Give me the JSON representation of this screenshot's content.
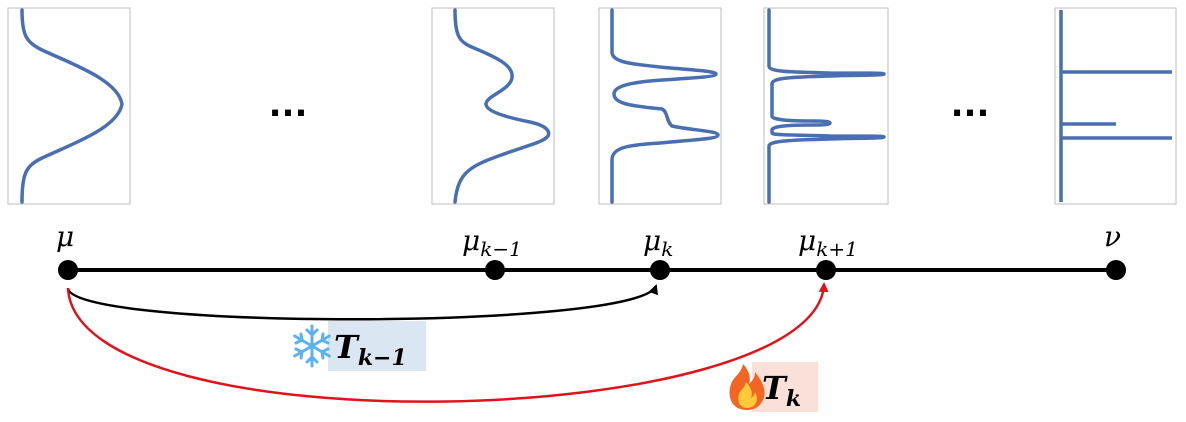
{
  "colors": {
    "curve": "#4a6fb0",
    "panel_border": "#bdbdbd",
    "axis": "#000000",
    "frozen_arrow": "#000000",
    "trained_arrow": "#e0121b",
    "frozen_label_bg": "#dbe6f3",
    "trained_label_bg": "#fbe0da",
    "snowflake": "#5ab3f0",
    "flame_outer": "#f26522",
    "flame_inner": "#ffc93c"
  },
  "ellipsis": "...",
  "nodes": [
    {
      "base": "μ",
      "sub": ""
    },
    {
      "base": "μ",
      "sub": "k−1"
    },
    {
      "base": "μ",
      "sub": "k"
    },
    {
      "base": "μ",
      "sub": "k+1"
    },
    {
      "base": "ν",
      "sub": ""
    }
  ],
  "arrows": {
    "frozen": {
      "label_base": "T",
      "label_sub": "k−1",
      "icon": "snowflake-icon"
    },
    "trained": {
      "label_base": "T",
      "label_sub": "k",
      "icon": "flame-icon"
    }
  }
}
